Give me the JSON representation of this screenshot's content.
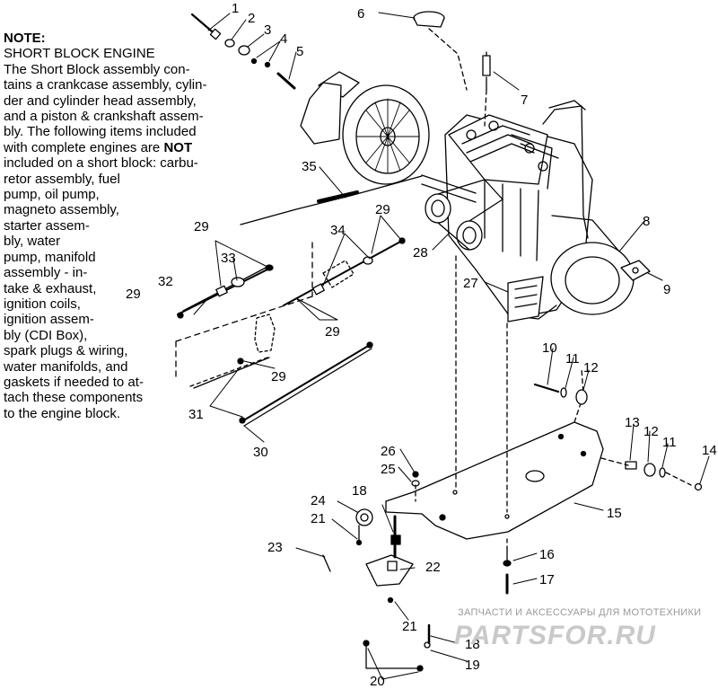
{
  "note": {
    "heading": "NOTE:",
    "subheading": "SHORT BLOCK ENGINE",
    "line_01": "The Short Block assembly con-",
    "line_02": "tains a crankcase assembly, cylin-",
    "line_03": "der and cylinder head assembly,",
    "line_04": "and a piston & crankshaft assem-",
    "line_05": "bly. The following items included",
    "line_06_a": "with complete engines are ",
    "line_06_b": "NOT",
    "line_07": "included on a short block: carbu-",
    "line_08": "retor assembly, fuel",
    "line_09": "pump, oil pump,",
    "line_10": "magneto assembly,",
    "line_11": "starter assem-",
    "line_12": "bly, water",
    "line_13": "pump, manifold",
    "line_14": "assembly - in-",
    "line_15": "take & exhaust,",
    "line_16": "ignition coils,",
    "line_17": "ignition assem-",
    "line_18": "bly (CDI Box),",
    "line_19": "spark plugs & wiring,",
    "line_20": "water manifolds, and",
    "line_21": "gaskets if needed to at-",
    "line_22": "tach these components",
    "line_23": "to the engine block."
  },
  "callouts": {
    "c1": "1",
    "c2": "2",
    "c3": "3",
    "c4": "4",
    "c5": "5",
    "c6": "6",
    "c7": "7",
    "c8": "8",
    "c9": "9",
    "c10": "10",
    "c11a": "11",
    "c11b": "11",
    "c12a": "12",
    "c12b": "12",
    "c13": "13",
    "c14": "14",
    "c15": "15",
    "c16": "16",
    "c17": "17",
    "c18a": "18",
    "c18b": "18",
    "c19": "19",
    "c20": "20",
    "c21a": "21",
    "c21b": "21",
    "c22": "22",
    "c23": "23",
    "c24": "24",
    "c25": "25",
    "c26": "26",
    "c27": "27",
    "c28": "28",
    "c29a": "29",
    "c29b": "29",
    "c29c": "29",
    "c29d": "29",
    "c29e": "29",
    "c30": "30",
    "c31": "31",
    "c32": "32",
    "c33": "33",
    "c34": "34",
    "c35": "35"
  },
  "watermark": {
    "tagline": "ЗАПЧАСТИ И АКСЕССУАРЫ ДЛЯ МОТОТЕХНИКИ",
    "brand": "PARTSFOR.RU",
    "color": "#c9c9c9"
  }
}
